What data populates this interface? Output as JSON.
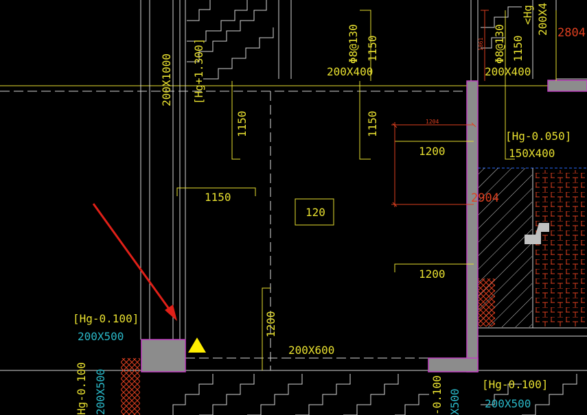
{
  "colors": {
    "background": "#000000",
    "yellow": "#e8e030",
    "cyan": "#2ab8c8",
    "white": "#d8d8d8",
    "orange": "#e04020",
    "magenta": "#c040c0",
    "gray_fill": "#8c8c8c",
    "red_arrow": "#e02018"
  },
  "labels": {
    "hg_1300": "[Hg+1.300]",
    "dim_200x1000": "200X1000",
    "rebar_a": "Φ8@130",
    "rebar_b": "Φ8@130",
    "dim_1150_top": "1150",
    "dim_1150_top_right": "1150",
    "beam_200x400_left": "200X400",
    "beam_200x400_right": "200X400",
    "hg_top_right": "<Hg",
    "dim_200x4_top_right": "200X4",
    "dim_2804": "2804",
    "dim_1150_mid_left": "1150",
    "dim_1150_mid": "1150",
    "dim_1204": "1204",
    "dim_1200_top": "1200",
    "hg_minus_050": "[Hg-0.050]",
    "beam_150x400": "150X400",
    "dim_2904": "2904",
    "dim_1150_horizontal": "1150",
    "slab_thickness": "120",
    "dim_1200_bottom": "1200",
    "hg_minus_100_left": "[Hg-0.100]",
    "beam_200x500_left": "200X500",
    "dim_1200_vertical": "1200",
    "beam_200x600": "200X600",
    "hg_minus_100_bottom_left": "Hg-0.100",
    "beam_200x500_bottom_left": "200X500",
    "hg_minus_100_bottom_mid": "-0.100",
    "beam_x500_bottom_mid": "X500",
    "hg_minus_100_right": "[Hg-0.100]",
    "beam_200x500_right": "200X500",
    "dim_1861": "1861"
  }
}
